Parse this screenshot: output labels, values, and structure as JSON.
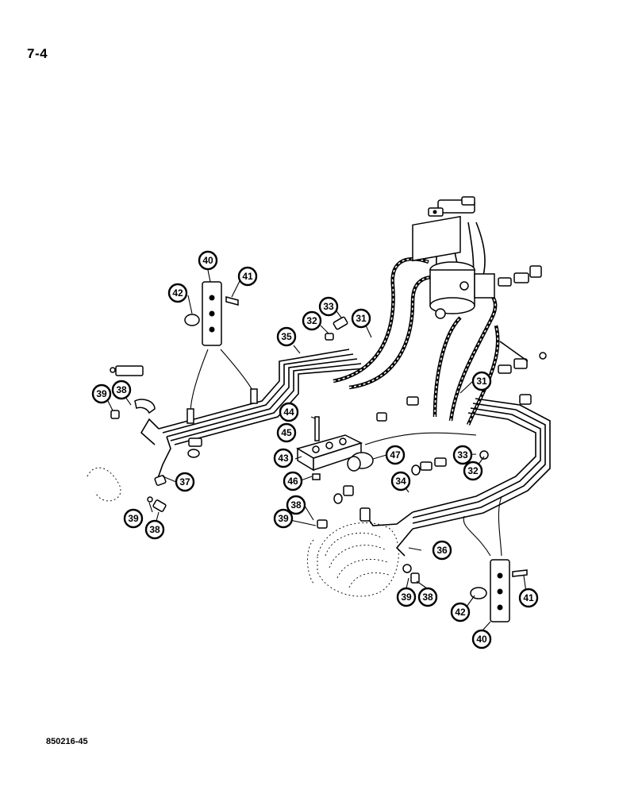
{
  "page": {
    "number": "7-4",
    "figure_code": "850216-45"
  },
  "callouts": [
    {
      "label": "40"
    },
    {
      "label": "41"
    },
    {
      "label": "42"
    },
    {
      "label": "33"
    },
    {
      "label": "32"
    },
    {
      "label": "31"
    },
    {
      "label": "35"
    },
    {
      "label": "39"
    },
    {
      "label": "38"
    },
    {
      "label": "44"
    },
    {
      "label": "45"
    },
    {
      "label": "43"
    },
    {
      "label": "46"
    },
    {
      "label": "47"
    },
    {
      "label": "37"
    },
    {
      "label": "39"
    },
    {
      "label": "38"
    },
    {
      "label": "31"
    },
    {
      "label": "33"
    },
    {
      "label": "32"
    },
    {
      "label": "34"
    },
    {
      "label": "38"
    },
    {
      "label": "39"
    },
    {
      "label": "36"
    },
    {
      "label": "39"
    },
    {
      "label": "38"
    },
    {
      "label": "41"
    },
    {
      "label": "42"
    },
    {
      "label": "40"
    }
  ]
}
